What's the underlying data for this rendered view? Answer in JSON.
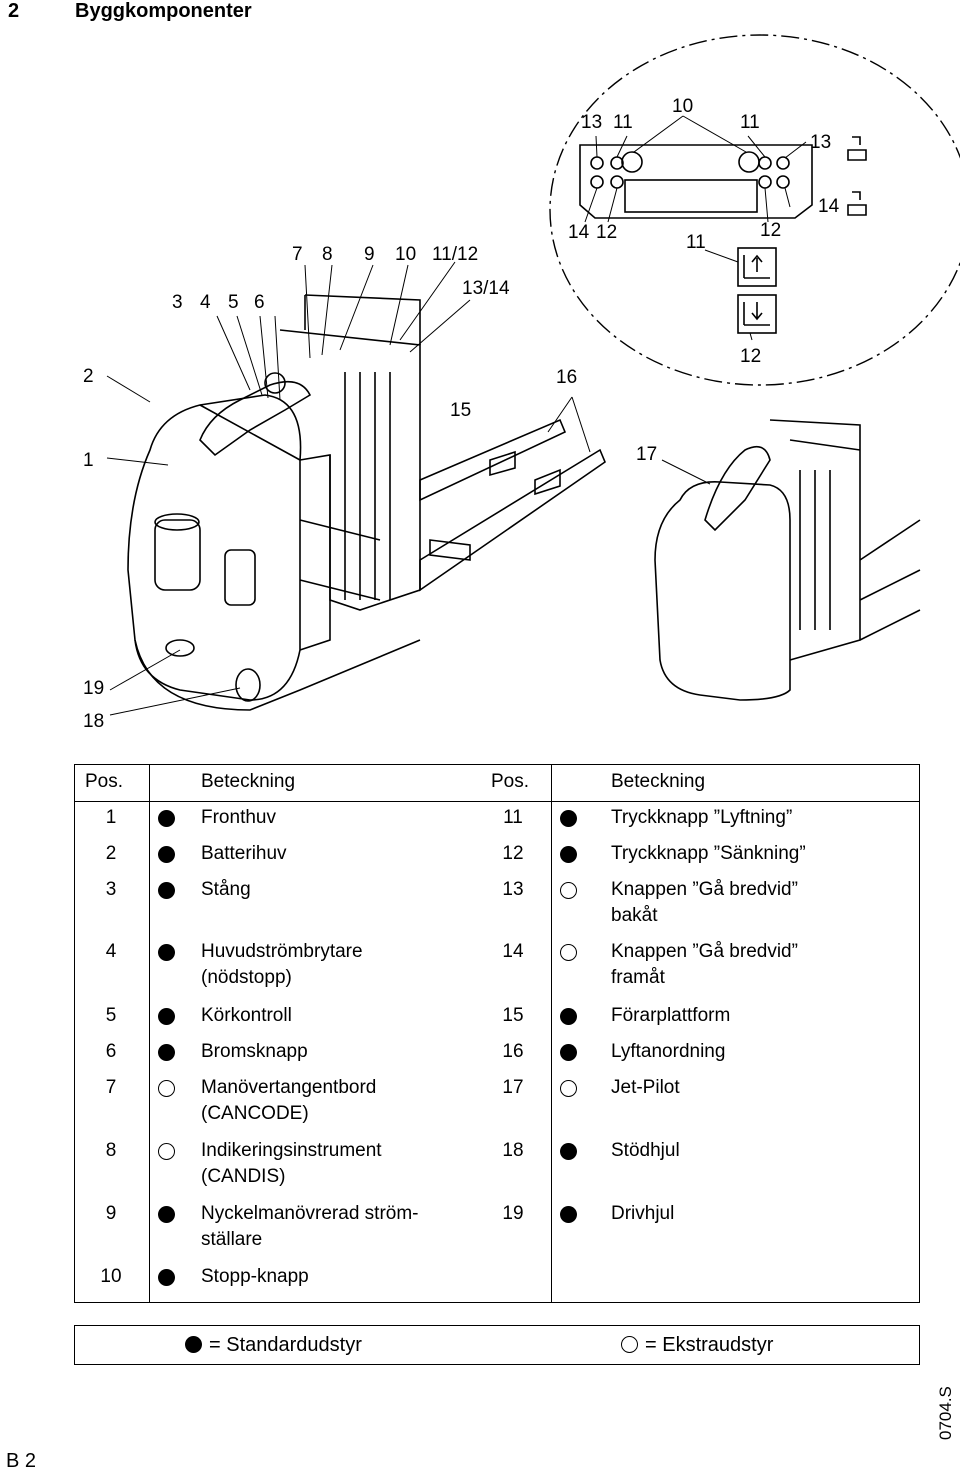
{
  "header": {
    "section_number": "2",
    "section_title": "Byggkomponenter"
  },
  "figure_labels": {
    "l_3": "3",
    "l_4": "4",
    "l_5": "5",
    "l_6": "6",
    "l_7": "7",
    "l_8": "8",
    "l_9": "9",
    "l_10": "10",
    "l_11_12": "11/12",
    "l_13_14": "13/14",
    "l_2": "2",
    "l_1": "1",
    "l_15": "15",
    "l_16": "16",
    "l_17": "17",
    "l_19": "19",
    "l_18": "18",
    "d_13a": "13",
    "d_11a": "11",
    "d_10": "10",
    "d_11b": "11",
    "d_13b": "13",
    "d_14a": "14",
    "d_12a": "12",
    "d_11c": "11",
    "d_12b": "12",
    "d_14b": "14",
    "d_12c": "12"
  },
  "table": {
    "headers": [
      "Pos.",
      "Beteckning",
      "Pos.",
      "Beteckning"
    ],
    "left": [
      {
        "pos": "1",
        "kind": "standard",
        "label": [
          "Fronthuv"
        ]
      },
      {
        "pos": "2",
        "kind": "standard",
        "label": [
          "Batterihuv"
        ]
      },
      {
        "pos": "3",
        "kind": "standard",
        "label": [
          "Stång"
        ]
      },
      {
        "pos": "4",
        "kind": "standard",
        "label": [
          "Huvudströmbrytare",
          "(nödstopp)"
        ]
      },
      {
        "pos": "5",
        "kind": "standard",
        "label": [
          "Körkontroll"
        ]
      },
      {
        "pos": "6",
        "kind": "standard",
        "label": [
          "Bromsknapp"
        ]
      },
      {
        "pos": "7",
        "kind": "optional",
        "label": [
          "Manövertangentbord",
          "(CANCODE)"
        ]
      },
      {
        "pos": "8",
        "kind": "optional",
        "label": [
          "Indikeringsinstrument",
          "(CANDIS)"
        ]
      },
      {
        "pos": "9",
        "kind": "standard",
        "label": [
          "Nyckelmanövrerad ström-",
          "ställare"
        ]
      },
      {
        "pos": "10",
        "kind": "standard",
        "label": [
          "Stopp-knapp"
        ]
      }
    ],
    "right": [
      {
        "pos": "11",
        "kind": "standard",
        "label": [
          "Tryckknapp ”Lyftning”"
        ]
      },
      {
        "pos": "12",
        "kind": "standard",
        "label": [
          "Tryckknapp ”Sänkning”"
        ]
      },
      {
        "pos": "13",
        "kind": "optional",
        "label": [
          "Knappen ”Gå bredvid”",
          "bakåt"
        ]
      },
      {
        "pos": "14",
        "kind": "optional",
        "label": [
          "Knappen ”Gå bredvid”",
          "framåt"
        ]
      },
      {
        "pos": "15",
        "kind": "standard",
        "label": [
          "Förarplattform"
        ]
      },
      {
        "pos": "16",
        "kind": "standard",
        "label": [
          "Lyftanordning"
        ]
      },
      {
        "pos": "17",
        "kind": "optional",
        "label": [
          "Jet-Pilot"
        ]
      },
      {
        "pos": "18",
        "kind": "standard",
        "label": [
          "Stödhjul"
        ]
      },
      {
        "pos": "19",
        "kind": "standard",
        "label": [
          "Drivhjul"
        ]
      }
    ]
  },
  "legend": {
    "standard": "= Standardudstyr",
    "optional": "= Ekstraudstyr"
  },
  "footer": {
    "doc_code": "0704.S",
    "page": "B 2"
  }
}
